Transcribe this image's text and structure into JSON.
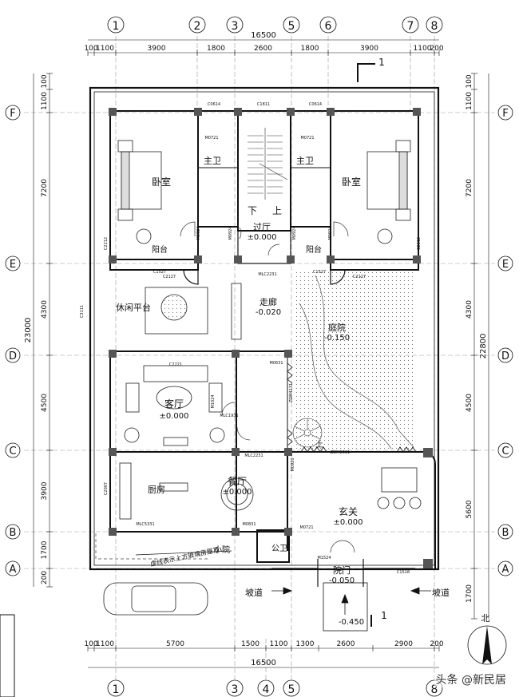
{
  "axes_top": [
    "1",
    "2",
    "3",
    "5",
    "6",
    "7",
    "8"
  ],
  "axes_bottom": [
    "1",
    "3",
    "4",
    "5",
    "8"
  ],
  "axes_side": [
    "F",
    "E",
    "D",
    "C",
    "B",
    "A"
  ],
  "dims": {
    "top_total": "16500",
    "top_segments": [
      "100",
      "1100",
      "3900",
      "1800",
      "2600",
      "1800",
      "3900",
      "1100",
      "200"
    ],
    "bottom_total": "16500",
    "bottom_segments": [
      "100",
      "1100",
      "5700",
      "1500",
      "1100",
      "1300",
      "2600",
      "2900",
      "200"
    ],
    "left_total": "23000",
    "left_segments": [
      "100",
      "1100",
      "7200",
      "4300",
      "4500",
      "3900",
      "1700",
      "200"
    ],
    "right_total": "22800",
    "right_segments": [
      "100",
      "1100",
      "7200",
      "4300",
      "4500",
      "5600",
      "1700"
    ]
  },
  "rooms": {
    "bedroom": "卧室",
    "bath": "主卫",
    "balcony": "阳台",
    "hall": "过厅",
    "hall_level": "±0.000",
    "up": "上",
    "down": "下",
    "leisure": "休闲平台",
    "corridor": "走廊",
    "corridor_level": "-0.020",
    "courtyard": "庭院",
    "courtyard_level": "-0.150",
    "living": "客厅",
    "living_level": "±0.000",
    "kitchen": "厨房",
    "dining": "餐厅",
    "dining_level": "±0.000",
    "foyer": "玄关",
    "foyer_level": "±0.000",
    "public_bath": "公卫",
    "small_yard": "小院",
    "gate": "院门",
    "gate_level": "-0.050",
    "ramp": "坡道",
    "entry_level": "-0.450",
    "section_mark": "1",
    "note": "虚线表示上方玻璃房屋顶"
  },
  "window_tags": [
    "C0614",
    "C1811",
    "C0614",
    "C2212",
    "C1527",
    "C2127",
    "C1527",
    "C2127",
    "C2212",
    "C3111",
    "C2221",
    "C2007",
    "C1518",
    "MLC2231",
    "MLC2231",
    "MLC5331",
    "ZDM5631",
    "ZDM4131",
    "M0721",
    "M0721",
    "M0924",
    "M0924",
    "M0924",
    "M0924",
    "M0631",
    "M0831",
    "M1524",
    "M0721",
    "M1024",
    "MLC1931",
    "M0920"
  ],
  "north_label": "北",
  "watermark": "头条 @新民居"
}
